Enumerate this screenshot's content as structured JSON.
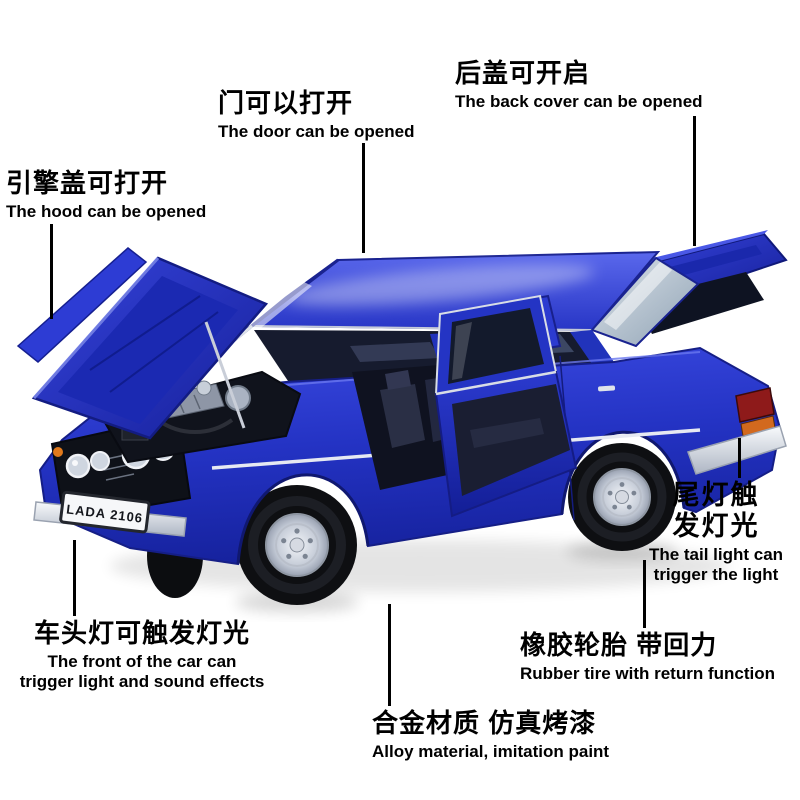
{
  "page": {
    "background": "#ffffff"
  },
  "car": {
    "license_plate": "LADA 2106",
    "body_color": "#2433c4"
  },
  "callouts": {
    "hood": {
      "zh": "引擎盖可打开",
      "en": "The hood can be opened"
    },
    "door": {
      "zh": "门可以打开",
      "en": "The door can be opened"
    },
    "trunk": {
      "zh": "后盖可开启",
      "en": "The back cover can be opened"
    },
    "tail": {
      "zh_lines": [
        "尾灯触",
        "发灯光"
      ],
      "en_lines": [
        "The tail light can",
        "trigger the light"
      ]
    },
    "front": {
      "zh": "车头灯可触发灯光",
      "en_lines": [
        "The front of the car can",
        "trigger light and sound effects"
      ]
    },
    "tire": {
      "zh": "橡胶轮胎 带回力",
      "en": "Rubber tire with return function"
    },
    "material": {
      "zh": "合金材质 仿真烤漆",
      "en": "Alloy material, imitation paint"
    }
  }
}
